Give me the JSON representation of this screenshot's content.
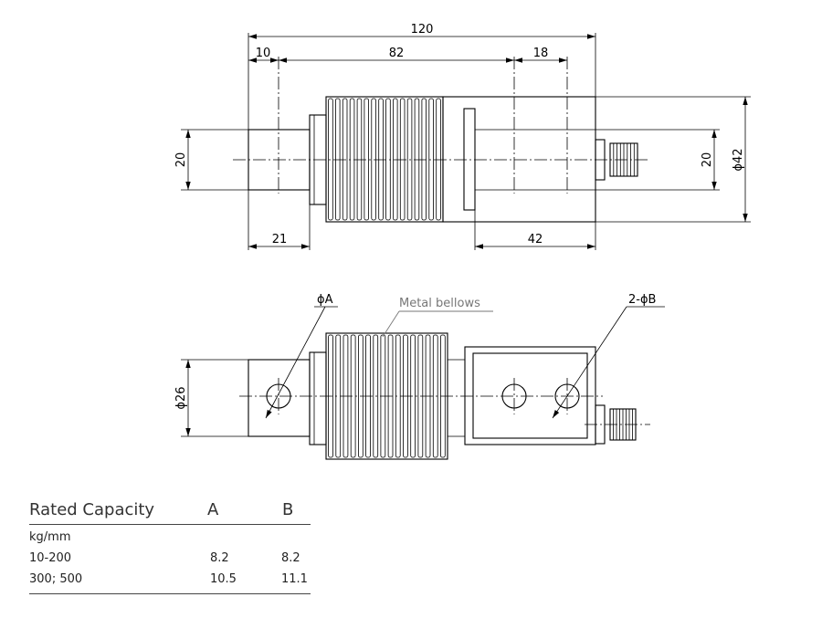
{
  "top_view": {
    "dim_overall": "120",
    "dim_a": "10",
    "dim_b": "82",
    "dim_c": "18",
    "dim_left_height": "20",
    "dim_right_height": "20",
    "dim_diameter": "ϕ42",
    "dim_bottom_left": "21",
    "dim_bottom_right": "42"
  },
  "side_view": {
    "hole_a_label": "ϕA",
    "bellows_label": "Metal bellows",
    "holes_b_label": "2-ϕB",
    "dim_diameter": "ϕ26"
  },
  "table": {
    "headers": [
      "Rated Capacity",
      "A",
      "B"
    ],
    "unit": "kg/mm",
    "rows": [
      [
        "10-200",
        "8.2",
        "8.2"
      ],
      [
        "300; 500",
        "10.5",
        "11.1"
      ]
    ]
  }
}
